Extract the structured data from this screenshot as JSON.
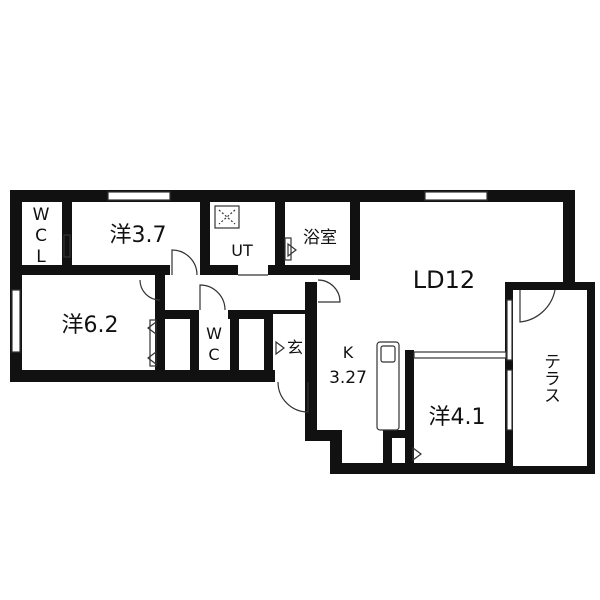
{
  "rooms": {
    "wcl_left": "W",
    "wcl_mid": "C",
    "wcl_right": "L",
    "western_1": "洋3.7",
    "ut": "UT",
    "bath": "浴室",
    "ld": "LD12",
    "western_2": "洋6.2",
    "wc_top": "W",
    "wc_bottom": "C",
    "entrance": "玄",
    "kitchen_label": "K",
    "kitchen_size": "3.27",
    "western_3": "洋4.1",
    "terrace": "テラス"
  },
  "colors": {
    "wall": "#111111",
    "line": "#333333",
    "background": "#ffffff"
  }
}
